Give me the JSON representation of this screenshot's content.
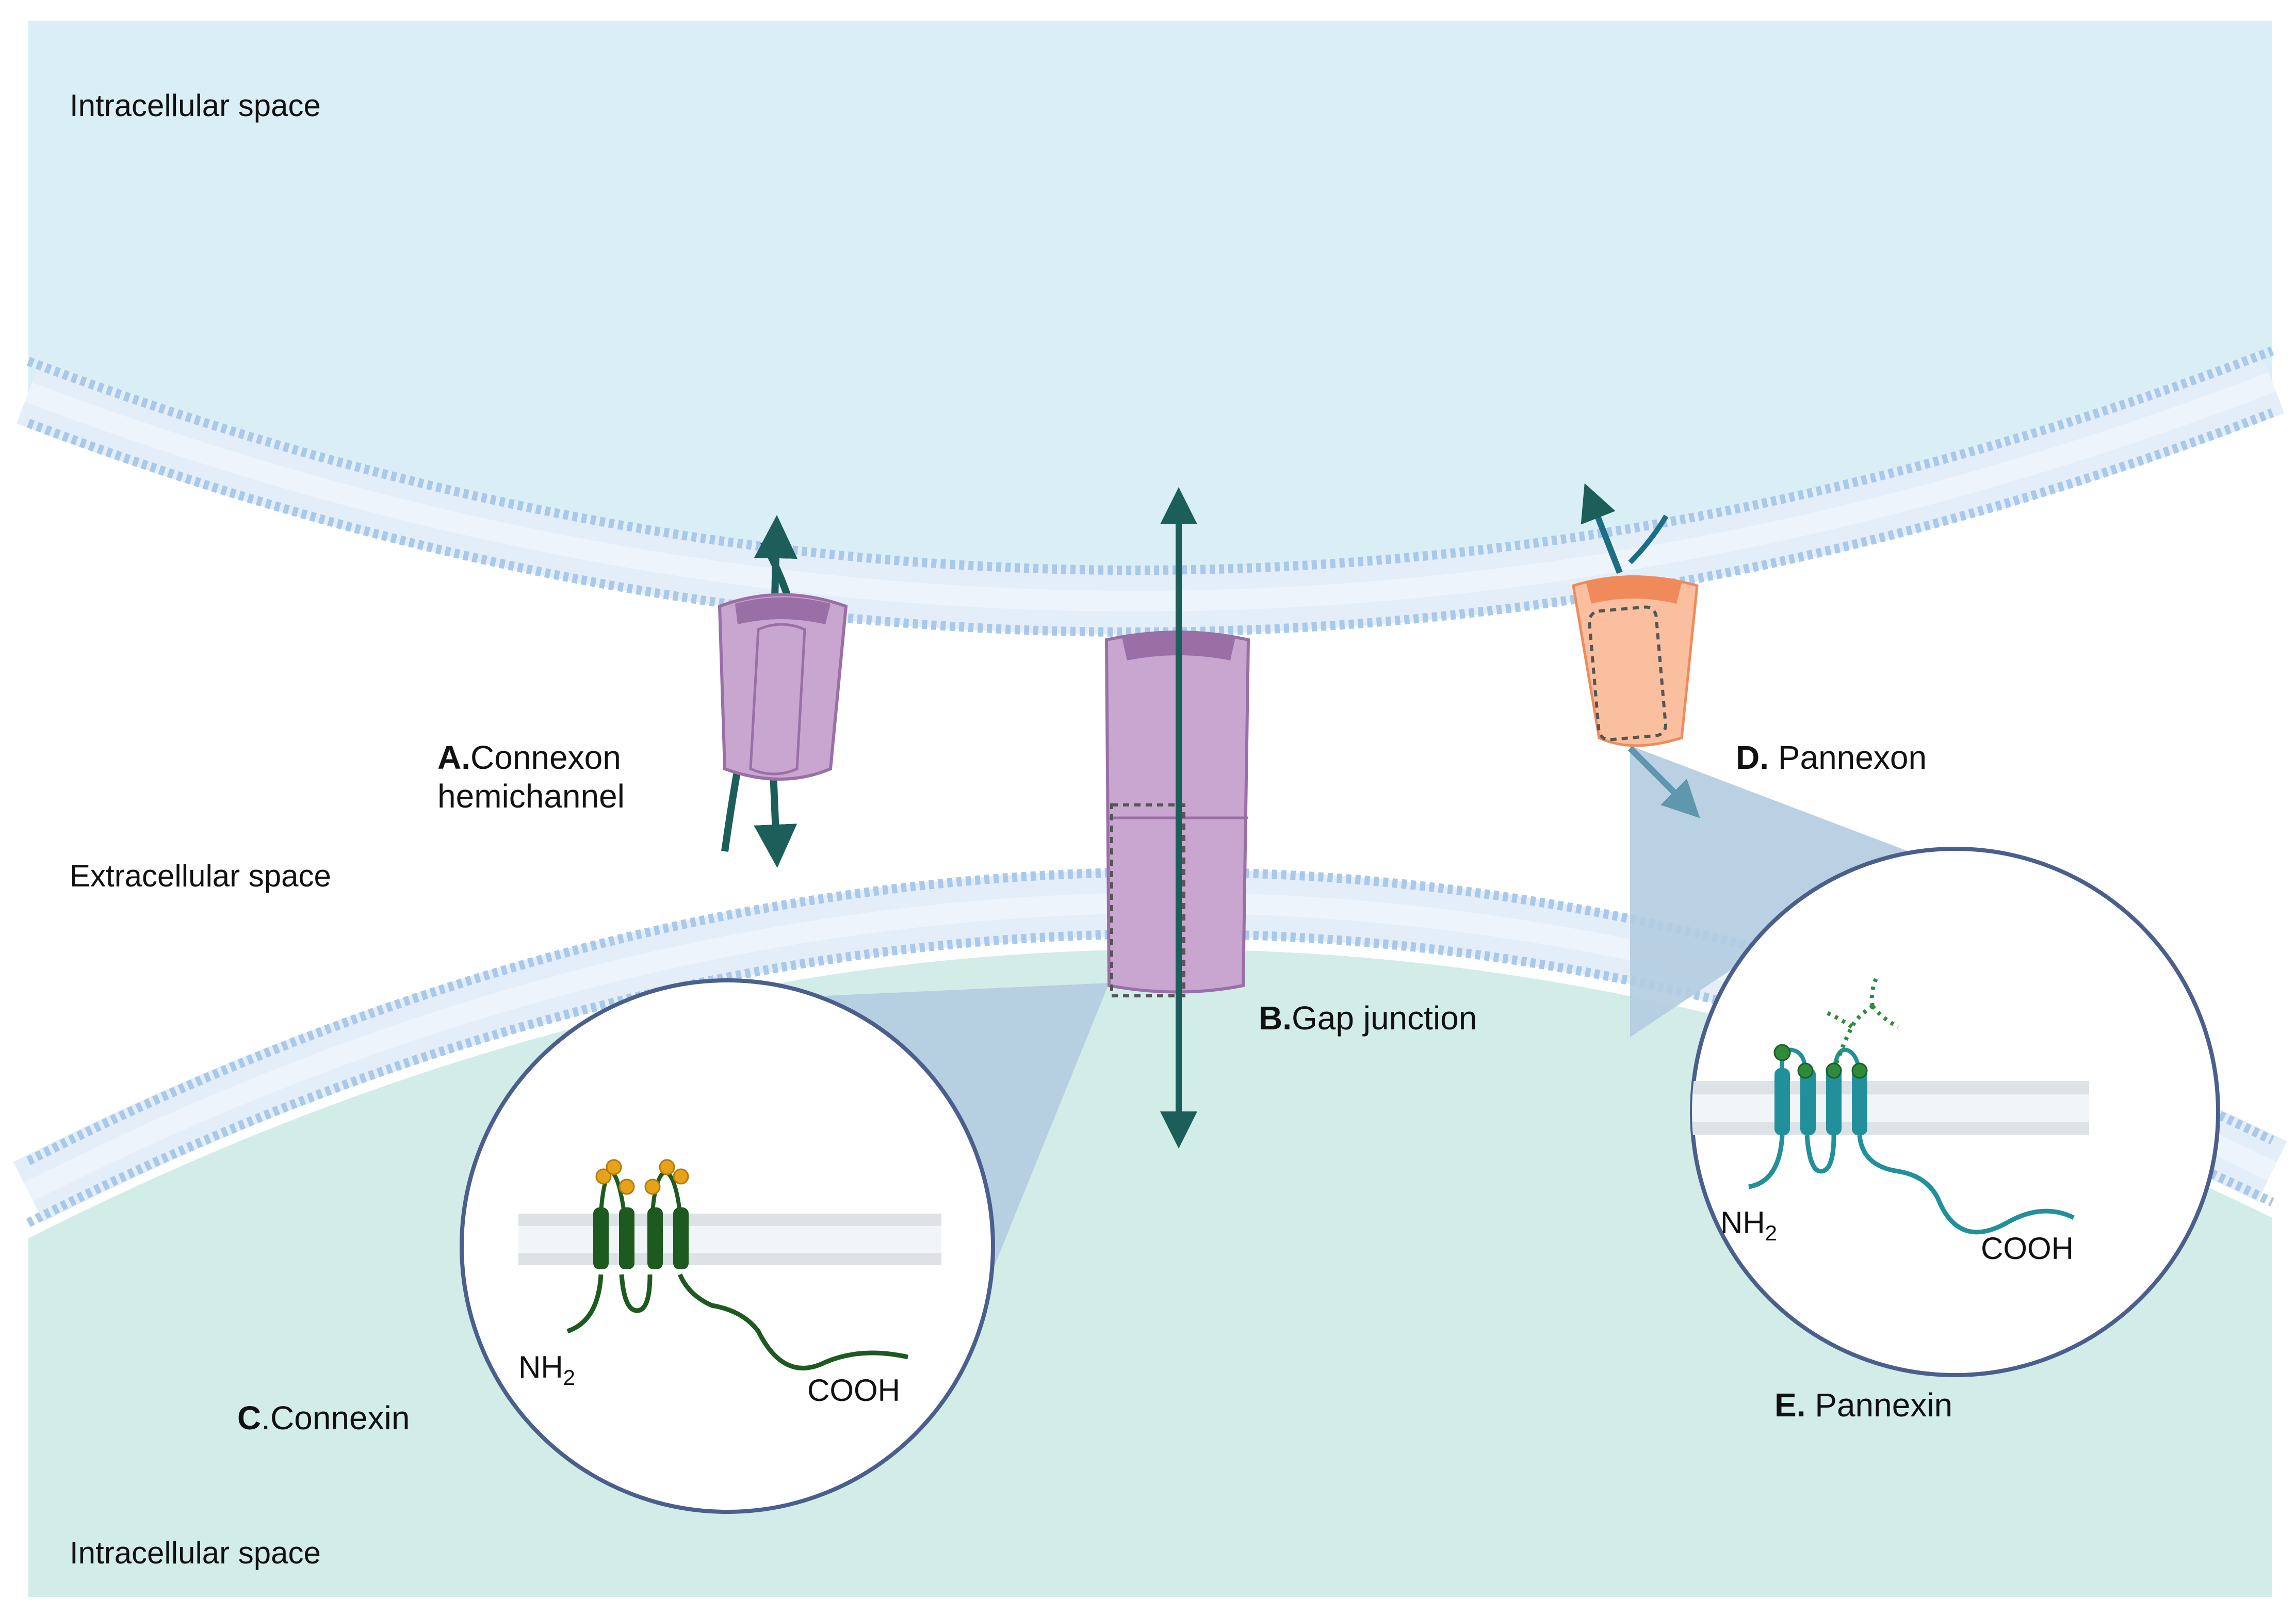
{
  "colors": {
    "intracellular_top": "#d9eff5",
    "intracellular_bottom": "#d2ece8",
    "membrane_head": "#a9c9ea",
    "membrane_tail": "#e4eef8",
    "connexin_purple": "#c8a6cf",
    "connexin_dark": "#9a6fa6",
    "arrow": "#1b5e5a",
    "pannexon_orange": "#f9bf9e",
    "pannexon_dark": "#f08a5b",
    "connexin_green": "#1d5a1f",
    "connexin_glyco": "#e8a21a",
    "pannexin_teal": "#22909b",
    "pannexin_glyco": "#2e8b3a",
    "zoom_fill": "#b3cce0",
    "circle_stroke": "#4a5f8c"
  },
  "spaces": {
    "top": "Intracellular space",
    "middle": "Extracellular space",
    "bottom": "Intracellular space"
  },
  "labels": {
    "a_letter": "A.",
    "a_text1": "Connexon",
    "a_text2": "hemichannel",
    "b_letter": "B.",
    "b_text": "Gap junction",
    "c_letter": "C",
    "c_text": ".Connexin",
    "d_letter": "D.",
    "d_text": " Pannexon",
    "e_letter": "E.",
    "e_text": " Pannexin"
  },
  "connexin_terms": {
    "nh": "NH",
    "sub": "2",
    "cooh": "COOH"
  },
  "pannexin_terms": {
    "nh": "NH",
    "sub": "2",
    "cooh": "COOH"
  }
}
